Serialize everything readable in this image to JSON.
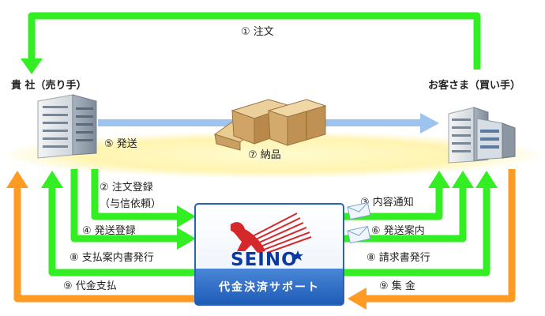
{
  "parties": {
    "seller": "貴 社（売り手）",
    "buyer": "お客さま（買い手）"
  },
  "service": {
    "brand": "SEINO",
    "name": "代金決済サポート"
  },
  "flows": [
    {
      "id": "order",
      "label": "① 注文"
    },
    {
      "id": "order-register",
      "label": "② 注文登録",
      "sub": "（与信依頼）"
    },
    {
      "id": "content-notice",
      "label": "③ 内容通知"
    },
    {
      "id": "ship-register",
      "label": "④ 発送登録"
    },
    {
      "id": "ship",
      "label": "⑤ 発送"
    },
    {
      "id": "ship-notice",
      "label": "⑥ 発送案内"
    },
    {
      "id": "delivery",
      "label": "⑦ 納品"
    },
    {
      "id": "payment-notice",
      "label": "⑧ 支払案内書発行"
    },
    {
      "id": "invoice",
      "label": "⑧ 請求書発行"
    },
    {
      "id": "payment",
      "label": "⑨ 代金支払"
    },
    {
      "id": "collection",
      "label": "⑨ 集 金"
    }
  ],
  "colors": {
    "green": "#33ee22",
    "orange": "#ff9a22",
    "blue": "#9dc4ee",
    "glow": "#fff3a8",
    "brand_blue": "#0a3aa0",
    "brand_red": "#d4282a"
  },
  "icons": {
    "seller": "office-building-icon",
    "buyer": "office-building-icon",
    "goods": "cardboard-boxes-icon",
    "email": "envelope-icon",
    "logo": "kangaroo-icon"
  }
}
